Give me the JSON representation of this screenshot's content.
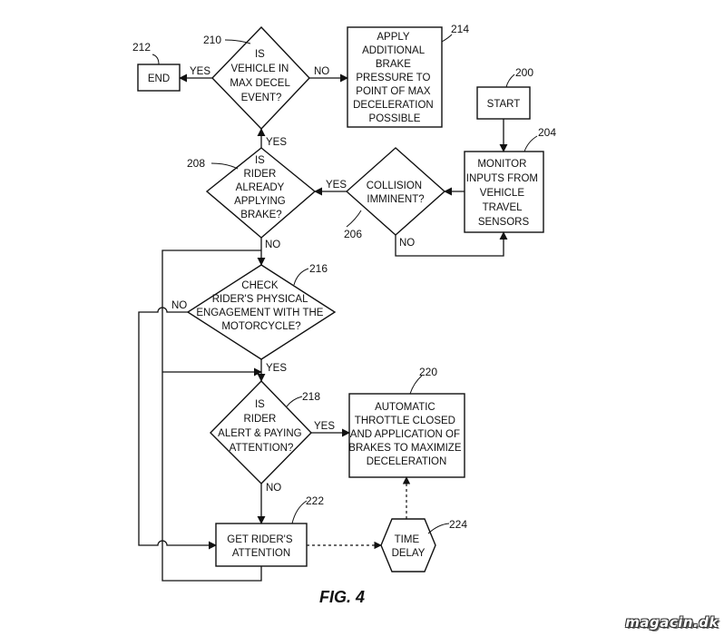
{
  "figure": {
    "title": "FIG. 4",
    "watermark": "magacin.dk"
  },
  "nodes": {
    "start": {
      "ref": "200",
      "lines": [
        "START"
      ]
    },
    "monitor": {
      "ref": "204",
      "lines": [
        "MONITOR",
        "INPUTS FROM",
        "VEHICLE",
        "TRAVEL",
        "SENSORS"
      ]
    },
    "collision": {
      "ref": "206",
      "lines": [
        "COLLISION",
        "IMMINENT?"
      ]
    },
    "braking": {
      "ref": "208",
      "lines": [
        "IS",
        "RIDER",
        "ALREADY",
        "APPLYING",
        "BRAKE?"
      ]
    },
    "maxdecel": {
      "ref": "210",
      "lines": [
        "IS",
        "VEHICLE IN",
        "MAX DECEL",
        "EVENT?"
      ]
    },
    "end": {
      "ref": "212",
      "lines": [
        "END"
      ]
    },
    "pressure": {
      "ref": "214",
      "lines": [
        "APPLY",
        "ADDITIONAL",
        "BRAKE",
        "PRESSURE TO",
        "POINT OF MAX",
        "DECELERATION",
        "POSSIBLE"
      ]
    },
    "engage": {
      "ref": "216",
      "lines": [
        "CHECK",
        "RIDER'S PHYSICAL",
        "ENGAGEMENT WITH THE",
        "MOTORCYCLE?"
      ]
    },
    "alert": {
      "ref": "218",
      "lines": [
        "IS",
        "RIDER",
        "ALERT & PAYING",
        "ATTENTION?"
      ]
    },
    "throttle": {
      "ref": "220",
      "lines": [
        "AUTOMATIC",
        "THROTTLE CLOSED",
        "AND APPLICATION OF",
        "BRAKES TO MAXIMIZE",
        "DECELERATION"
      ]
    },
    "attention": {
      "ref": "222",
      "lines": [
        "GET RIDER'S",
        "ATTENTION"
      ]
    },
    "delay": {
      "ref": "224",
      "lines": [
        "TIME",
        "DELAY"
      ]
    }
  },
  "edges": {
    "collision_yes": "YES",
    "collision_no": "NO",
    "braking_yes": "YES",
    "braking_no": "NO",
    "maxdecel_yes": "YES",
    "maxdecel_no": "NO",
    "engage_no": "NO",
    "engage_yes": "YES",
    "alert_yes": "YES",
    "alert_no": "NO"
  }
}
